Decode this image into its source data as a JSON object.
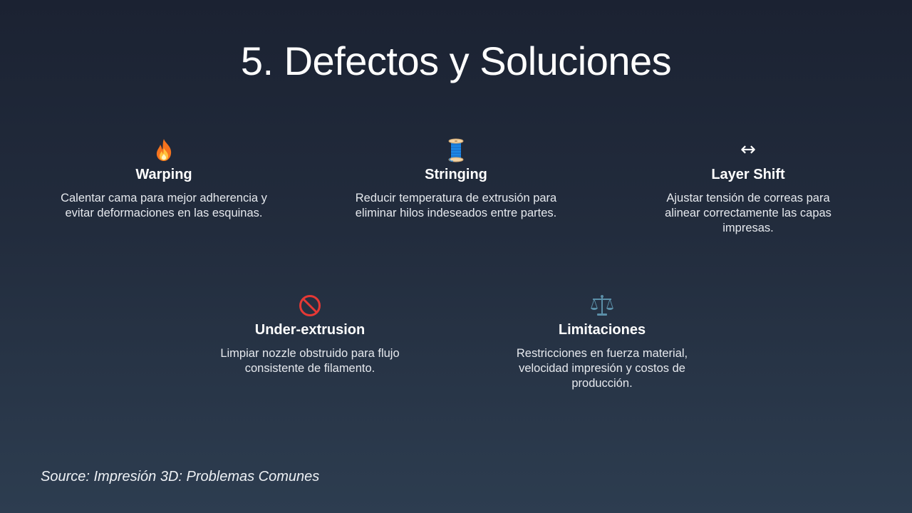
{
  "slide": {
    "title": "5. Defectos y Soluciones",
    "cards": [
      {
        "icon": "fire-icon",
        "heading": "Warping",
        "description": "Calentar cama para mejor adherencia y evitar deformaciones en las esquinas."
      },
      {
        "icon": "thread-spool-icon",
        "heading": "Stringing",
        "description": "Reducir temperatura de extrusión para eliminar hilos indeseados entre partes."
      },
      {
        "icon": "left-right-arrow-icon",
        "icon_glyph": "↔",
        "heading": "Layer Shift",
        "description": "Ajustar tensión de correas para alinear correctamente las capas impresas."
      },
      {
        "icon": "prohibited-icon",
        "heading": "Under-extrusion",
        "description": "Limpiar nozzle obstruido para flujo consistente de filamento."
      },
      {
        "icon": "balance-scale-icon",
        "heading": "Limitaciones",
        "description": "Restricciones en fuerza material, velocidad impresión y costos de producción."
      }
    ],
    "source": "Source: Impresión 3D: Problemas Comunes"
  },
  "colors": {
    "background_top": "#1b2232",
    "background_bottom": "#2d3d50",
    "text": "#ffffff",
    "fire": "#f5731e",
    "spool_thread": "#1e88e5",
    "prohibited": "#e53935",
    "scale": "#5b8fa8"
  }
}
